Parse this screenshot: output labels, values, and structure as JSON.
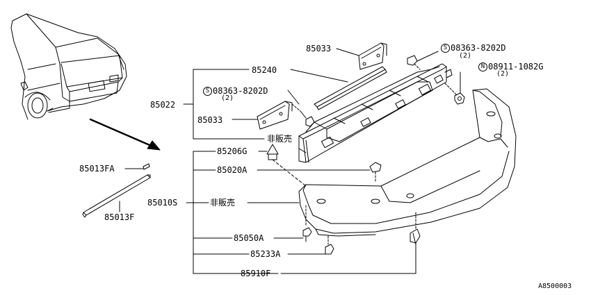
{
  "colors": {
    "line": "#000000",
    "background": "#ffffff"
  },
  "labels": {
    "p85033_top": "85033",
    "bolt_top_symbol": "S",
    "bolt_top_number": "08363-8202D",
    "bolt_top_qty": "(2)",
    "nut_symbol": "N",
    "nut_number": "08911-1082G",
    "nut_qty": "(2)",
    "p85240": "85240",
    "p85022": "85022",
    "bolt_mid_symbol": "S",
    "bolt_mid_number": "08363-8202D",
    "bolt_mid_qty": "(2)",
    "p85033_mid": "85033",
    "not_sold_upper": "非販売",
    "p85206g": "85206G",
    "p85020a": "85020A",
    "p85013fa": "85013FA",
    "p85010s": "85010S",
    "not_sold_lower": "非販売",
    "p85013f": "85013F",
    "p85050a": "85050A",
    "p85233a": "85233A",
    "p85910f": "85910F",
    "diagram_id": "A8500003"
  }
}
